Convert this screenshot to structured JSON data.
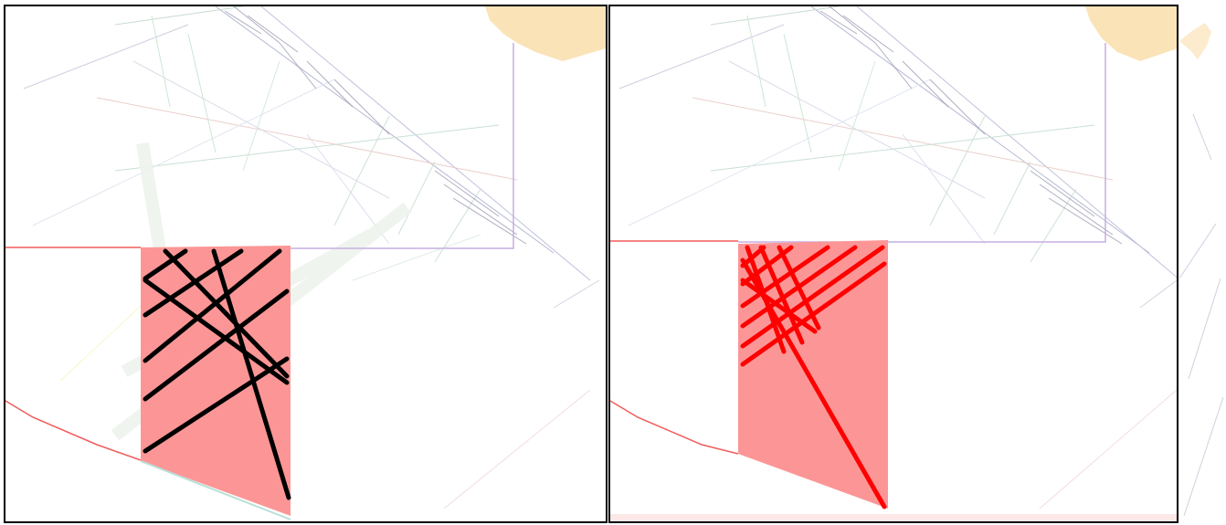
{
  "colors": {
    "land": "#fbe3b8",
    "block_fill": "#fc9696",
    "survey_lines_panel_1": "#000000",
    "survey_lines_panel_2": "#ff0000",
    "boundary_red": "#f25c5c",
    "boundary_purple": "#c7aee0",
    "background": "#ffffff",
    "frame": "#000000"
  },
  "panels": [
    {
      "id": "panel-1",
      "survey_line_color": "#000000"
    },
    {
      "id": "panel-2",
      "survey_line_color": "#ff0000"
    },
    {
      "id": "panel-3"
    }
  ]
}
